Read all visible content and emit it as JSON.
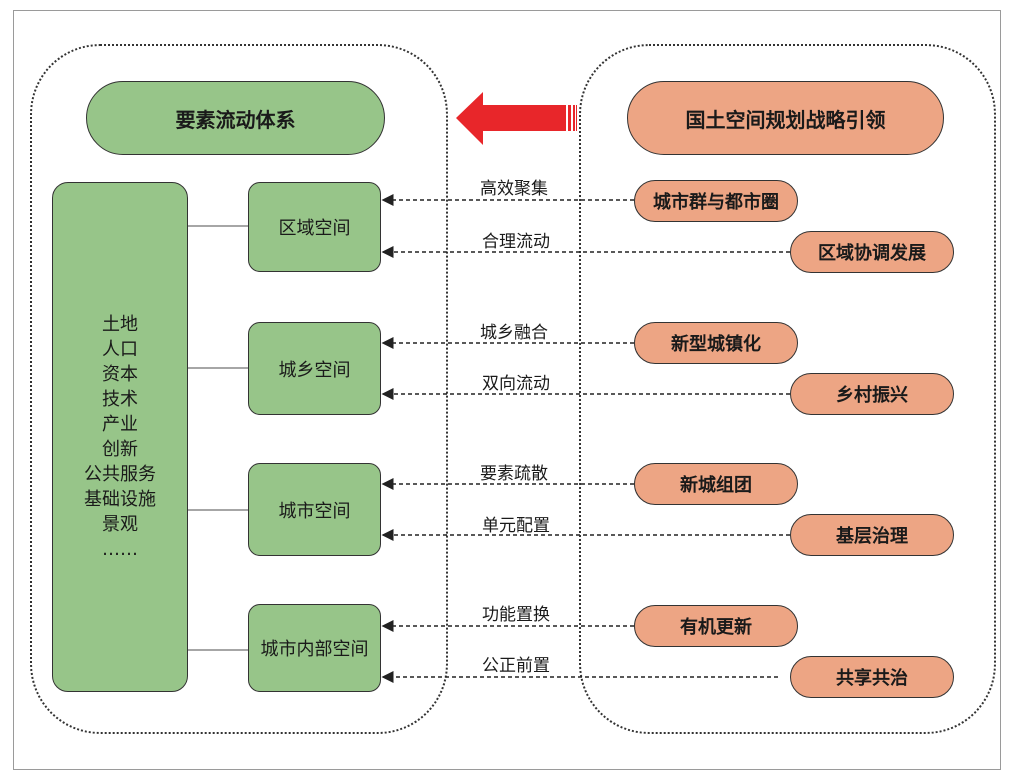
{
  "header": {
    "system_title": "要素流动体系",
    "strategy_title": "国土空间规划战略引领"
  },
  "factors": [
    "土地",
    "人口",
    "资本",
    "技术",
    "产业",
    "创新",
    "公共服务",
    "基础设施",
    "景观",
    "……"
  ],
  "spaces": [
    "区域空间",
    "城乡空间",
    "城市空间",
    "城市内部空间"
  ],
  "flows": [
    {
      "label": "高效聚集",
      "strategy": "城市群与都市圈"
    },
    {
      "label": "合理流动",
      "strategy": "区域协调发展"
    },
    {
      "label": "城乡融合",
      "strategy": "新型城镇化"
    },
    {
      "label": "双向流动",
      "strategy": "乡村振兴"
    },
    {
      "label": "要素疏散",
      "strategy": "新城组团"
    },
    {
      "label": "单元配置",
      "strategy": "基层治理"
    },
    {
      "label": "功能置换",
      "strategy": "有机更新"
    },
    {
      "label": "公正前置",
      "strategy": "共享共治"
    }
  ],
  "colors": {
    "green": "#97c589",
    "salmon": "#eda584",
    "arrow": "#e8262a"
  }
}
